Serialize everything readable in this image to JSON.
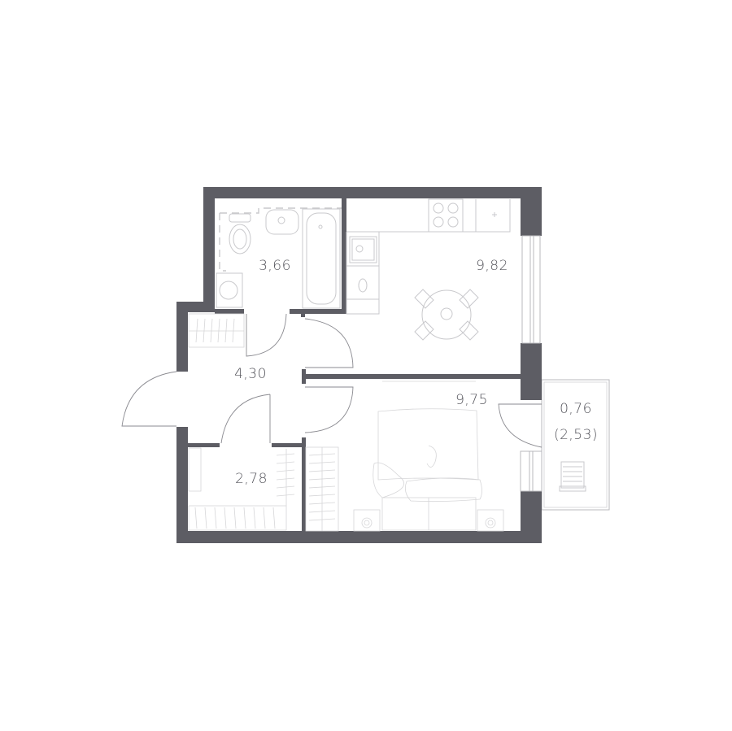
{
  "plan": {
    "type": "apartment-floor-plan",
    "colors": {
      "wall": "#5d5d64",
      "fixture_line": "#c9c9cc",
      "label": "#55555c",
      "background": "#ffffff"
    },
    "rooms": [
      {
        "id": "bathroom",
        "area": "3,66"
      },
      {
        "id": "kitchen",
        "area": "9,82"
      },
      {
        "id": "hallway",
        "area": "4,30"
      },
      {
        "id": "wardrobe",
        "area": "2,78"
      },
      {
        "id": "bedroom",
        "area": "9,75"
      },
      {
        "id": "balcony",
        "area": "0,76",
        "area_secondary": "(2,53)"
      }
    ]
  }
}
